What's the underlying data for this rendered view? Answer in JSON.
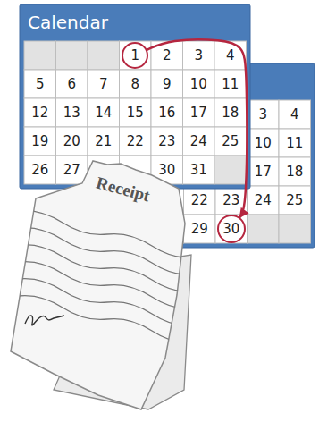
{
  "diagram": {
    "nodes": [
      {
        "text": [
          "Calendar"
        ]
      },
      {
        "text": [
          "1"
        ],
        "in": 0
      },
      {
        "text": [
          "30"
        ]
      },
      {
        "text": [
          "Receipt"
        ]
      }
    ],
    "edges": [
      {
        "from": 1,
        "to": 2,
        "arrow": "to"
      }
    ],
    "labels": [
      "2",
      "3",
      "4",
      "5",
      "6",
      "7",
      "8",
      "9",
      "10",
      "11",
      "12",
      "13",
      "14",
      "15",
      "16",
      "17",
      "18",
      "19",
      "20",
      "21",
      "22",
      "23",
      "24",
      "25",
      "26",
      "27",
      "30",
      "31",
      "3",
      "4",
      "10",
      "11",
      "17",
      "18",
      "22",
      "23",
      "24",
      "25",
      "29"
    ]
  }
}
